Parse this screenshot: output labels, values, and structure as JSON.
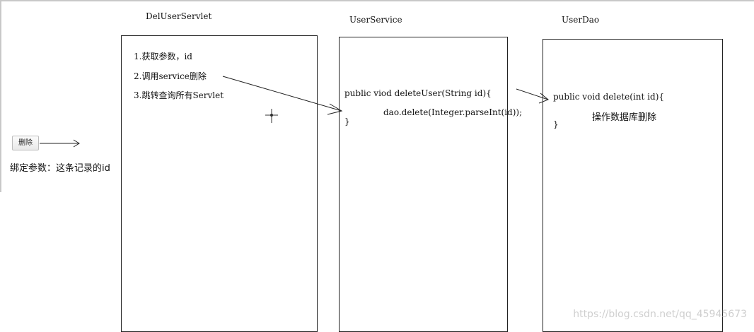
{
  "columns": {
    "servlet": {
      "title": "DelUserServlet",
      "steps": [
        "1.获取参数，id",
        "2.调用service删除",
        "3.跳转查询所有Servlet"
      ]
    },
    "service": {
      "title": "UserService",
      "code": [
        "public viod deleteUser(String id){",
        "dao.delete(Integer.parseInt(id));",
        "}"
      ]
    },
    "dao": {
      "title": "UserDao",
      "code": [
        "public void delete(int id){",
        "操作数据库删除",
        "}"
      ]
    }
  },
  "left": {
    "button_label": "删除",
    "note": "绑定参数：这条记录的id"
  },
  "watermark": "https://blog.csdn.net/qq_45945673"
}
